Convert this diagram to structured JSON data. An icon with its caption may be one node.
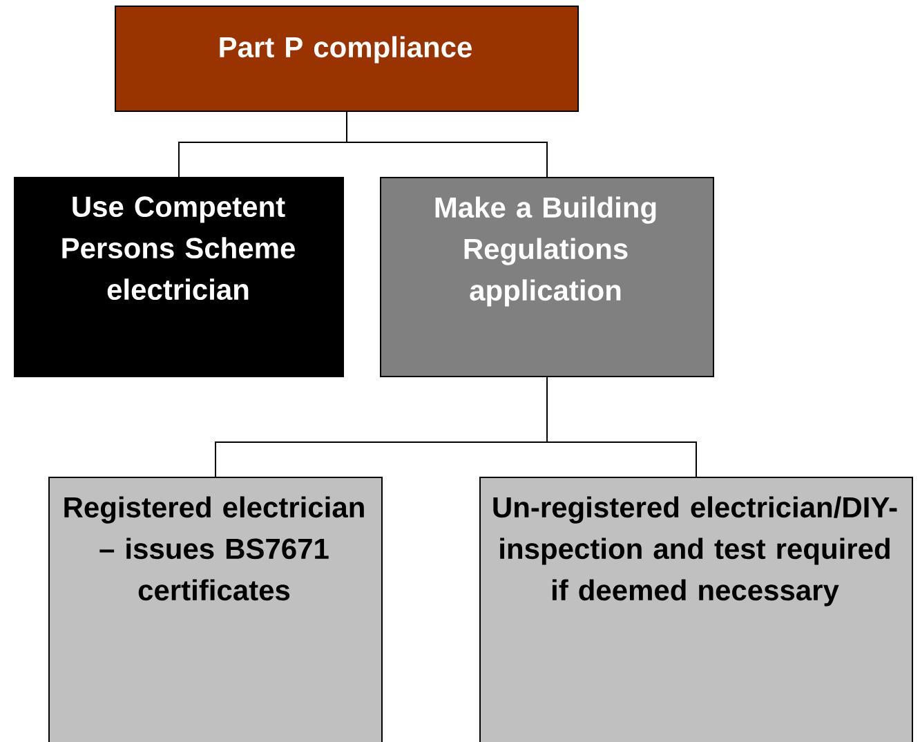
{
  "diagram": {
    "nodes": [
      {
        "text": [
          "Part P compliance"
        ]
      },
      {
        "text": [
          "Use Competent Persons Scheme electrician"
        ]
      },
      {
        "text": [
          "Make a Building Regulations application"
        ]
      },
      {
        "text": [
          "Registered electrician – issues BS7671 certificates"
        ]
      },
      {
        "text": [
          "Un-registered electrician/DIY- inspection and test required if deemed necessary"
        ]
      }
    ],
    "edges": [
      {
        "from": 0,
        "to": 1,
        "arrow": "none"
      },
      {
        "from": 0,
        "to": 2,
        "arrow": "none"
      },
      {
        "from": 2,
        "to": 3,
        "arrow": "none"
      },
      {
        "from": 2,
        "to": 4,
        "arrow": "none"
      }
    ]
  }
}
